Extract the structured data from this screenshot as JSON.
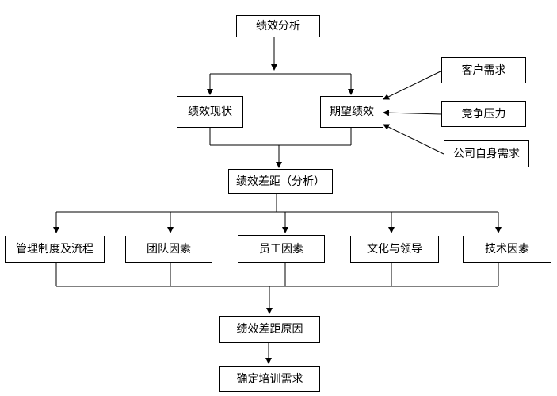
{
  "diagram": {
    "nodes": {
      "performance_analysis": "绩效分析",
      "current_performance": "绩效现状",
      "expected_performance": "期望绩效",
      "customer_demand": "客户需求",
      "competitive_pressure": "竞争压力",
      "company_needs": "公司自身需求",
      "performance_gap": "绩效差距（分析）",
      "management_system": "管理制度及流程",
      "team_factors": "团队因素",
      "employee_factors": "员工因素",
      "culture_leadership": "文化与领导",
      "technical_factors": "技术因素",
      "gap_causes": "绩效差距原因",
      "training_needs": "确定培训需求"
    }
  }
}
